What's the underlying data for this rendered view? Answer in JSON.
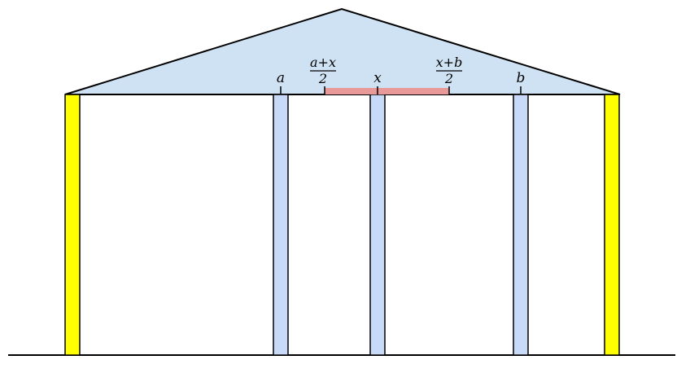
{
  "labels": {
    "a": "a",
    "x": "x",
    "b": "b",
    "left_mid_num": "a+x",
    "left_mid_den": "2",
    "right_mid_num": "x+b",
    "right_mid_den": "2"
  },
  "colors": {
    "roof_fill": "#cfe2f3",
    "outer_pillar": "#ffff00",
    "inner_pillar": "#c9daf8",
    "highlight_segment": "#ea9999",
    "stroke": "#000000"
  }
}
